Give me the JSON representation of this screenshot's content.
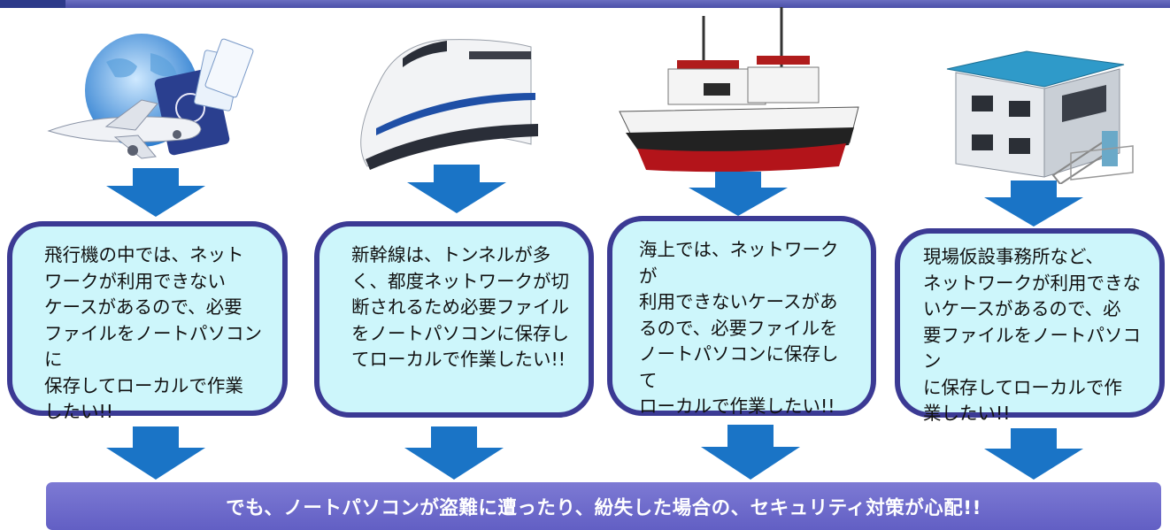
{
  "scenarios": [
    {
      "icon": "airplane-passport-globe",
      "text": "飛行機の中では、ネット\nワークが利用できない\nケースがあるので、必要\nファイルをノートパソコンに\n保存してローカルで作業\nしたい!!"
    },
    {
      "icon": "shinkansen-train",
      "text": "新幹線は、トンネルが多\nく、都度ネットワークが切\n断されるため必要ファイル\nをノートパソコンに保存し\nてローカルで作業したい!!"
    },
    {
      "icon": "ship",
      "text": "海上では、ネットワークが\n利用できないケースがあ\nるので、必要ファイルを\nノートパソコンに保存して\nローカルで作業したい!!"
    },
    {
      "icon": "prefab-office-building",
      "text": "現場仮設事務所など、\nネットワークが利用できな\nいケースがあるので、必\n要ファイルをノートパソコン\nに保存してローカルで作\n業したい!!"
    }
  ],
  "conclusion": "でも、ノートパソコンが盗難に遭ったり、紛失した場合の、セキュリティ対策が心配!!",
  "colors": {
    "box_fill": "#cdf6fb",
    "box_border": "#3b3a94",
    "arrow": "#1a74c6",
    "banner": "#6d6acc"
  }
}
